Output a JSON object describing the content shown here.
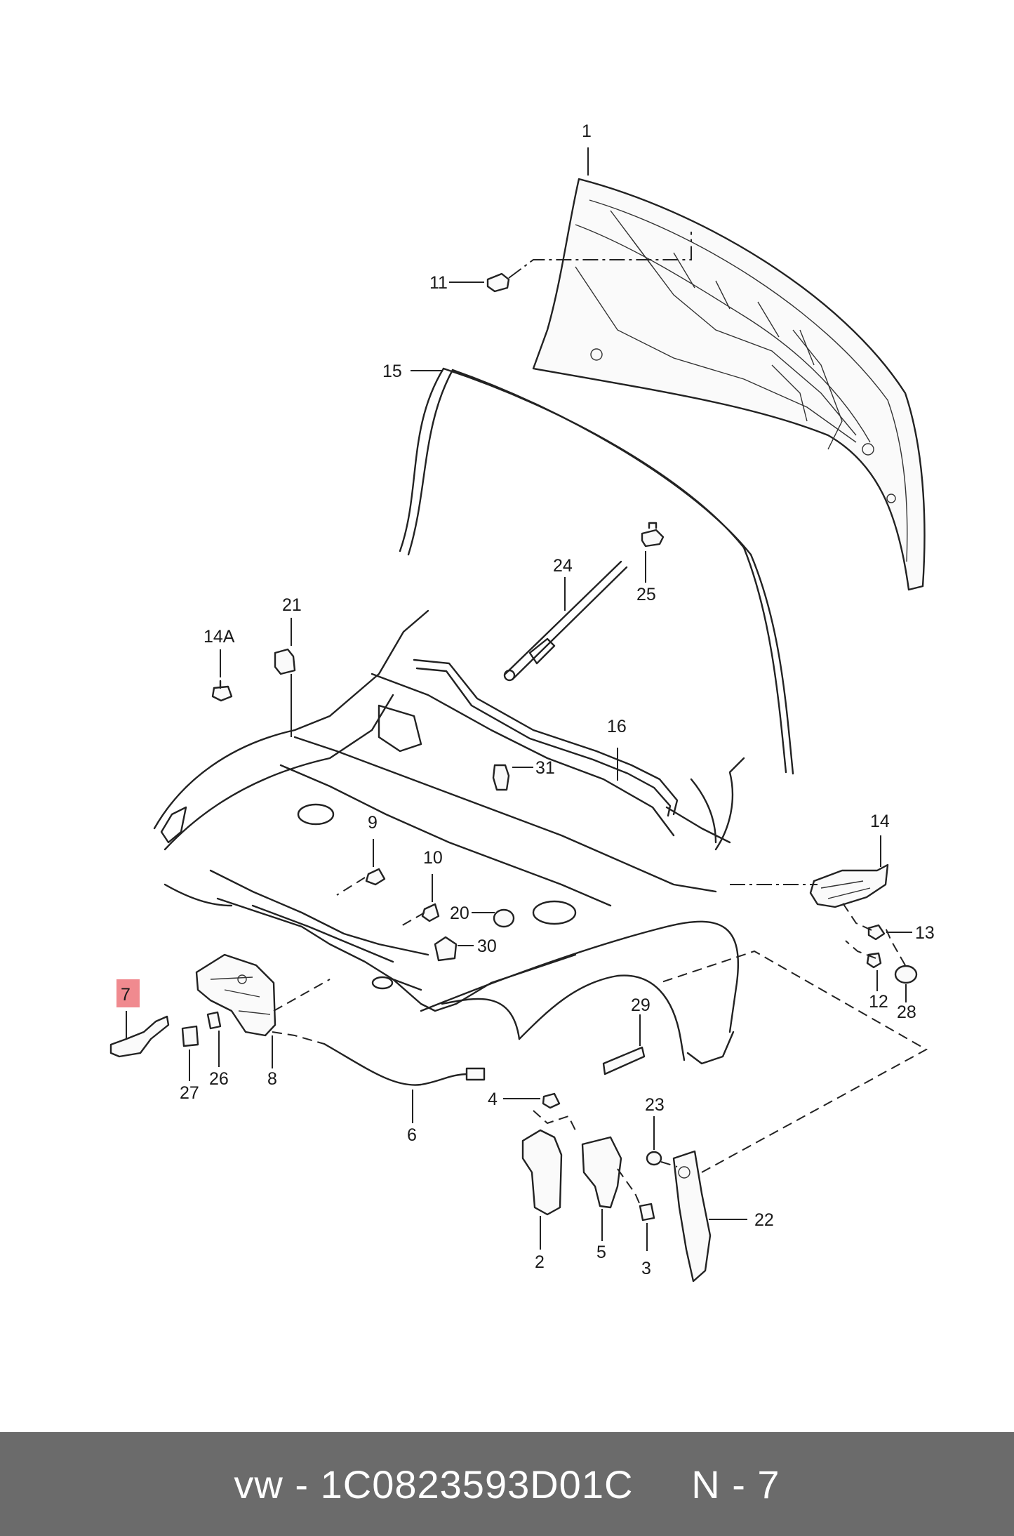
{
  "labels": {
    "p1": "1",
    "p11": "11",
    "p15": "15",
    "p24": "24",
    "p25": "25",
    "p21": "21",
    "p14A": "14A",
    "p16": "16",
    "p31": "31",
    "p9": "9",
    "p10": "10",
    "p20": "20",
    "p30": "30",
    "p14": "14",
    "p13": "13",
    "p12": "12",
    "p28": "28",
    "p7": "7",
    "p27": "27",
    "p26": "26",
    "p8": "8",
    "p6": "6",
    "p29": "29",
    "p4": "4",
    "p23": "23",
    "p22": "22",
    "p2": "2",
    "p5": "5",
    "p3": "3"
  },
  "highlighted_part": "7",
  "highlight_color": "#f08a8f",
  "footer": {
    "brand": "vw",
    "part_number": "1C0823593D01C",
    "ref": "N - 7"
  }
}
